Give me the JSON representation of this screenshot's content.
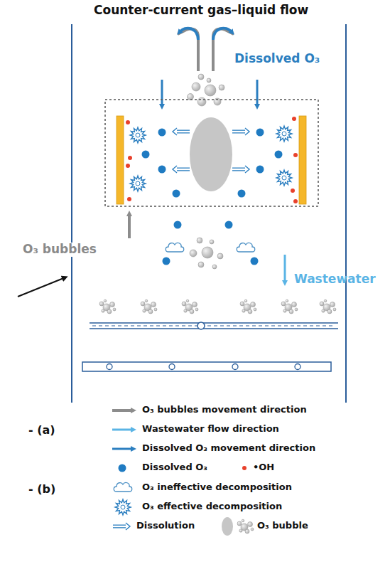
{
  "diagram": {
    "title": "Counter-current gas–liquid flow",
    "labels": [
      "Dissolved O₃",
      "O₃ bubbles",
      "Wastewater",
      "- (a)",
      "- (b)"
    ],
    "legend": [
      {
        "text": "O₃ bubbles movement direction"
      },
      {
        "text": "Wastewater flow direction"
      },
      {
        "text": "Dissolved O₃ movement direction"
      },
      {
        "text": "Dissolved O₃"
      },
      {
        "text": "•OH"
      },
      {
        "text": "O₃ ineffective decomposition"
      },
      {
        "text": "O₃ effective decomposition"
      },
      {
        "text": "Dissolution"
      },
      {
        "text": "O₃ bubble"
      }
    ]
  }
}
